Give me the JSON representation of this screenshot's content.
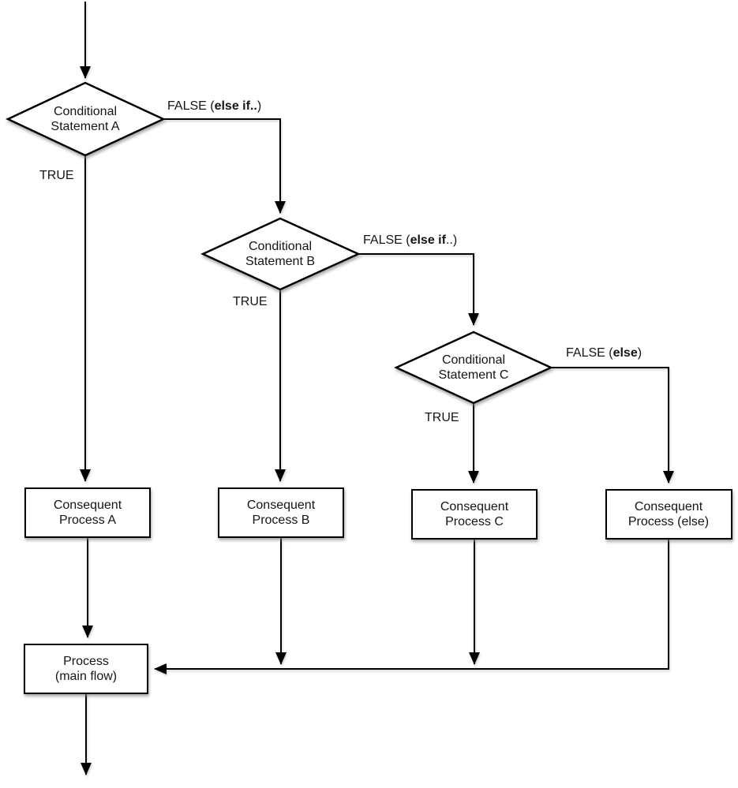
{
  "diagram": {
    "background_color": "#ffffff",
    "stroke_color": "#000000",
    "shadow_color": "#808080",
    "nodes": {
      "cond_a": {
        "type": "decision",
        "label": "Conditional\nStatement A"
      },
      "cond_b": {
        "type": "decision",
        "label": "Conditional\nStatement B"
      },
      "cond_c": {
        "type": "decision",
        "label": "Conditional\nStatement C"
      },
      "proc_a": {
        "type": "process",
        "label": "Consequent\nProcess A"
      },
      "proc_b": {
        "type": "process",
        "label": "Consequent\nProcess B"
      },
      "proc_c": {
        "type": "process",
        "label": "Consequent\nProcess C"
      },
      "proc_else": {
        "type": "process",
        "label": "Consequent\nProcess (else)"
      },
      "proc_main": {
        "type": "process",
        "label": "Process\n(main flow)"
      }
    },
    "edge_labels": {
      "true_a": "TRUE",
      "true_b": "TRUE",
      "true_c": "TRUE",
      "false_a": {
        "prefix": "FALSE (",
        "bold": "else if..",
        "suffix": ")"
      },
      "false_b": {
        "prefix": "FALSE (",
        "bold": "else if",
        "suffix": "..)"
      },
      "false_c": {
        "prefix": "FALSE (",
        "bold": "else",
        "suffix": ")"
      }
    }
  }
}
